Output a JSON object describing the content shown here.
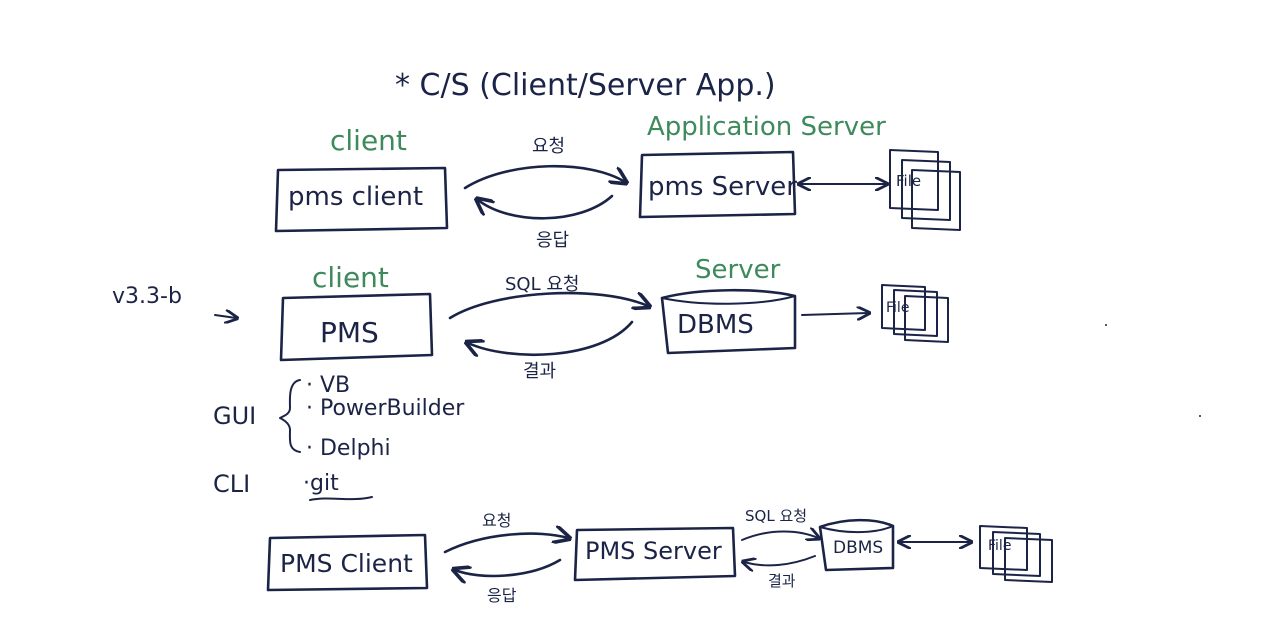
{
  "title": "* C/S (Client/Server App.)",
  "colors": {
    "ink": "#1b2447",
    "green": "#3f8a5c"
  },
  "row1": {
    "client_heading": "client",
    "client_box": "pms client",
    "server_heading": "Application Server",
    "server_box": "pms Server",
    "request_label": "요청",
    "response_label": "응답",
    "file_label": "File"
  },
  "row2": {
    "side_note": "v3.3-b",
    "client_heading": "client",
    "client_box": "PMS",
    "server_heading": "Server",
    "server_box": "DBMS",
    "request_label": "SQL 요청",
    "response_label": "결과",
    "file_label": "File"
  },
  "tools": {
    "gui_label": "GUI",
    "gui_items": [
      "· VB",
      "· PowerBuilder",
      "· Delphi"
    ],
    "cli_label": "CLI",
    "cli_items": [
      "·git"
    ]
  },
  "row3": {
    "client_box": "PMS Client",
    "request_label": "요청",
    "response_label": "응답",
    "server_box": "PMS Server",
    "sql_request_label": "SQL 요청",
    "result_label": "결과",
    "dbms_box": "DBMS",
    "file_label": "File"
  }
}
